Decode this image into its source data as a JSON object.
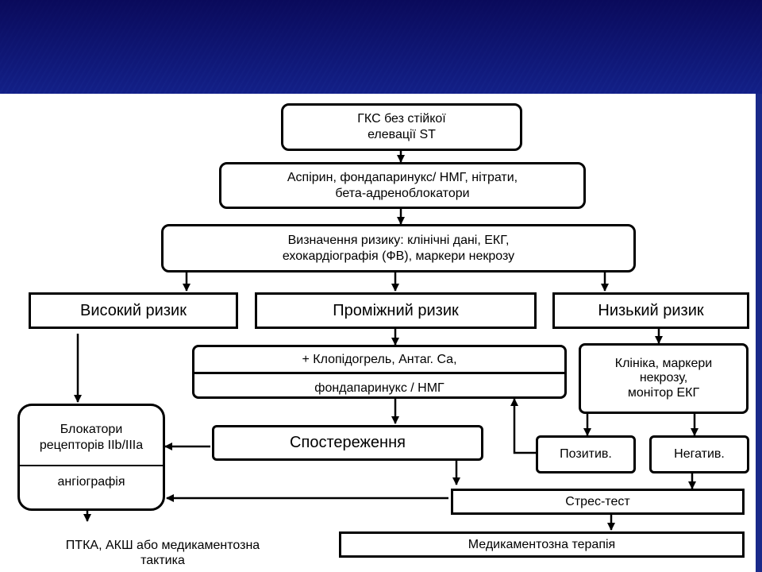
{
  "nodes": {
    "acs": "ГКС без стійкої\nелевації ST",
    "drugs": "Аспірин, фондапаринукс/ НМГ, нітрати,\nбета-адреноблокатори",
    "risk_assessment": "Визначення ризику: клінічні дані, ЕКГ,\nехокардіографія (ФВ), маркери некрозу",
    "high_risk": "Високий ризик",
    "intermediate_risk": "Проміжний ризик",
    "low_risk": "Низький ризик",
    "clopidogrel": "+  Клопідогрель, Антаг. Са,",
    "fondaparinux": "фондапаринукс / НМГ",
    "clinic_markers": "Клініка, маркери\nнекрозу,\nмонітор ЕКГ",
    "blockers": "Блокатори\nрецепторів IIb/IIIa",
    "angiography": "ангіографія",
    "observation": "Спостереження",
    "positive": "Позитив.",
    "negative": "Негатив.",
    "stress_test": "Стрес-тест",
    "drug_therapy": "Медикаментозна терапія",
    "outcome": "ПТКА, АКШ або медикаментозна\nтактика"
  }
}
